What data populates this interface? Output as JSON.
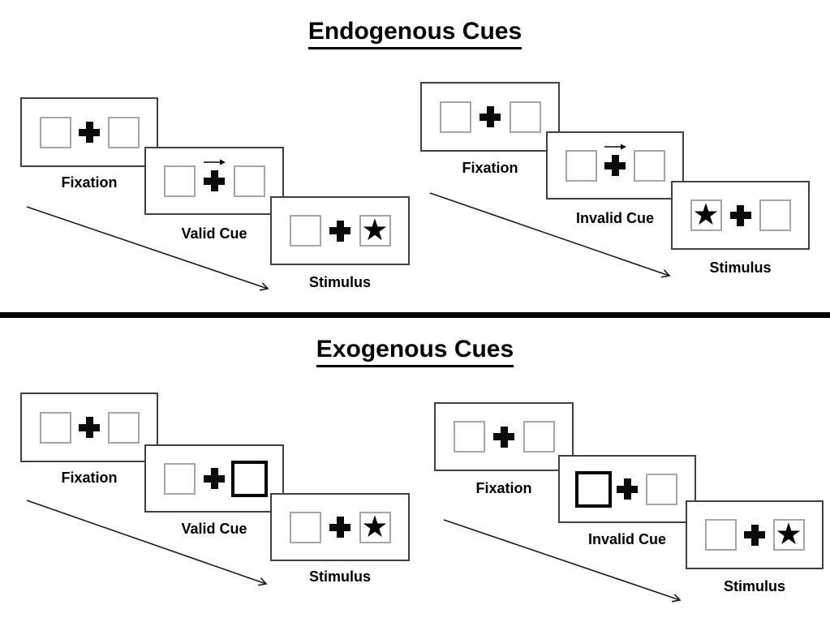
{
  "figure": {
    "description": "Posner spatial cueing paradigm: endogenous vs exogenous cue trial sequences",
    "background": "#ffffff"
  },
  "sections": [
    {
      "title": "Endogenous Cues"
    },
    {
      "title": "Exogenous Cues"
    }
  ],
  "sequences": [
    {
      "name": "endogenous-valid",
      "panels": [
        {
          "label": "Fixation",
          "left_box": "empty",
          "right_box": "empty",
          "cue": "none"
        },
        {
          "label": "Valid Cue",
          "left_box": "empty",
          "right_box": "empty",
          "cue": "central-arrow-pointing-right"
        },
        {
          "label": "Stimulus",
          "left_box": "empty",
          "right_box": "star",
          "cue": "none"
        }
      ]
    },
    {
      "name": "endogenous-invalid",
      "panels": [
        {
          "label": "Fixation",
          "left_box": "empty",
          "right_box": "empty",
          "cue": "none"
        },
        {
          "label": "Invalid Cue",
          "left_box": "empty",
          "right_box": "empty",
          "cue": "central-arrow-pointing-right"
        },
        {
          "label": "Stimulus",
          "left_box": "star",
          "right_box": "empty",
          "cue": "none"
        }
      ]
    },
    {
      "name": "exogenous-valid",
      "panels": [
        {
          "label": "Fixation",
          "left_box": "empty",
          "right_box": "empty",
          "cue": "none"
        },
        {
          "label": "Valid Cue",
          "left_box": "empty",
          "right_box": "highlighted-thick-box",
          "cue": "peripheral-right-box"
        },
        {
          "label": "Stimulus",
          "left_box": "empty",
          "right_box": "star",
          "cue": "none"
        }
      ]
    },
    {
      "name": "exogenous-invalid",
      "panels": [
        {
          "label": "Fixation",
          "left_box": "empty",
          "right_box": "empty",
          "cue": "none"
        },
        {
          "label": "Invalid Cue",
          "left_box": "highlighted-thick-box",
          "right_box": "empty",
          "cue": "peripheral-left-box"
        },
        {
          "label": "Stimulus",
          "left_box": "empty",
          "right_box": "star",
          "cue": "none"
        }
      ]
    }
  ],
  "glyphs": {
    "star": "★"
  },
  "icons": {
    "fixation_cross": "plus-icon",
    "cue_arrow": "right-arrow-icon",
    "stimulus_star": "star-icon",
    "sequence_arrow": "diagonal-arrow-icon"
  },
  "colors": {
    "text": "#000000",
    "panel_border": "#404040",
    "box_border": "#a6a6a6",
    "highlight_box_border": "#000000",
    "divider": "#000000",
    "arrow": "#1a1a1a"
  }
}
